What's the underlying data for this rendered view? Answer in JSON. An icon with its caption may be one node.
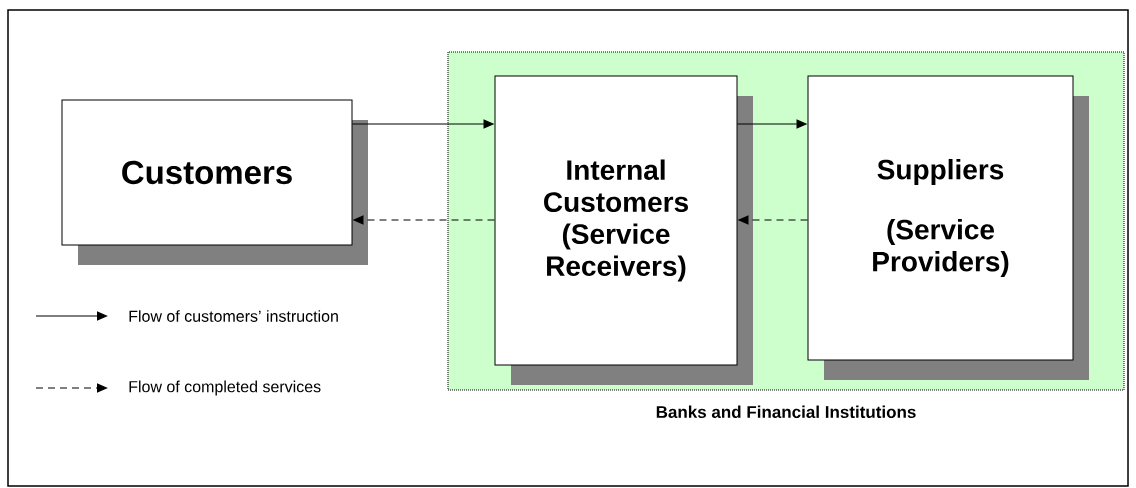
{
  "diagram": {
    "nodes": [
      {
        "text": [
          "Customers"
        ]
      },
      {
        "text": [
          "Banks and Financial Institutions"
        ]
      },
      {
        "text": [
          "Internal Customers (Service Receivers)"
        ],
        "in": 1
      },
      {
        "text": [
          "Suppliers",
          "(Service Providers)"
        ],
        "in": 1
      }
    ],
    "edges": [
      {
        "from": 0,
        "to": 2,
        "arrow": "to"
      },
      {
        "from": 2,
        "to": 3,
        "arrow": "to"
      },
      {
        "from": 2,
        "to": 0,
        "arrow": "to",
        "style": "dashed"
      },
      {
        "from": 3,
        "to": 2,
        "arrow": "to",
        "style": "dashed"
      }
    ],
    "legend": [
      {
        "text": "Flow of customers’ instruction"
      },
      {
        "text": "Flow of completed services"
      }
    ]
  }
}
